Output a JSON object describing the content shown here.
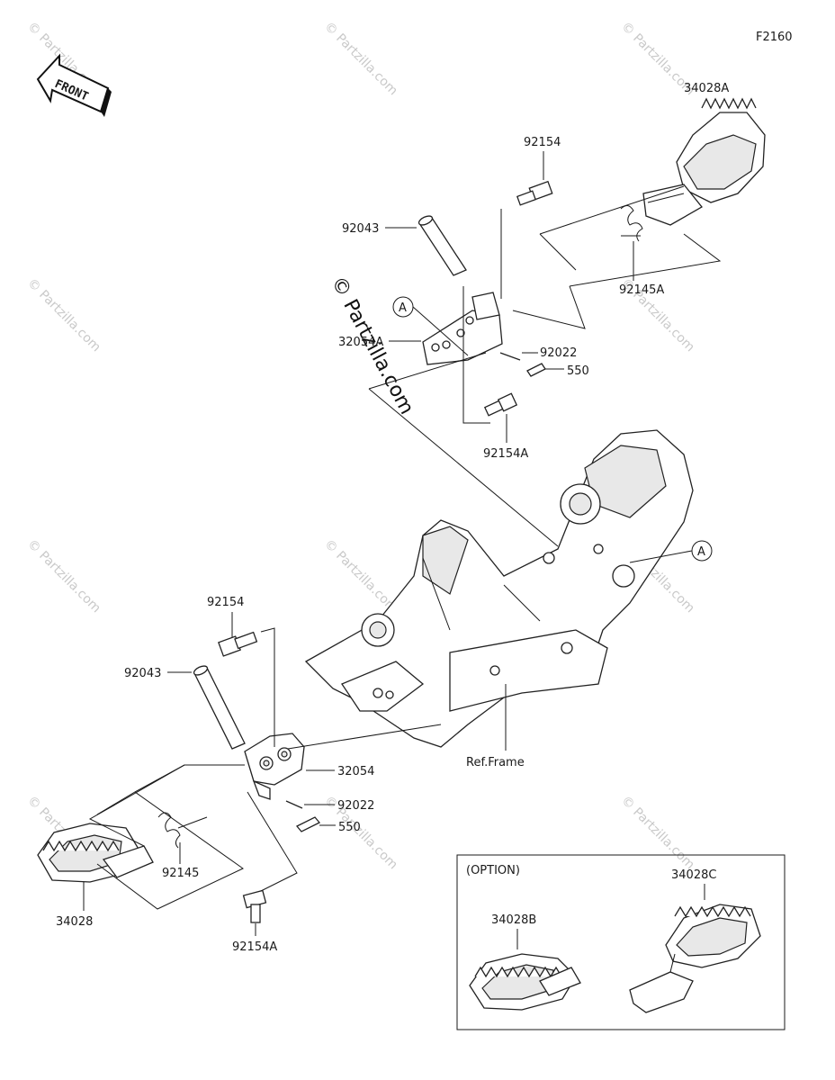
{
  "diagram_code": "F2160",
  "front_label": "FRONT",
  "watermark": "© Partzilla.com",
  "callouts": {
    "ref_a": "A"
  },
  "option_box": {
    "title": "(OPTION)",
    "labels": {
      "p34028B": "34028B",
      "p34028C": "34028C"
    }
  },
  "parts": {
    "p34028A": "34028A",
    "p92154_top": "92154",
    "p92043_top": "92043",
    "p92145A": "92145A",
    "p32054A": "32054A",
    "p92022_top": "92022",
    "p550_top": "550",
    "p92154A_top": "92154A",
    "p92154_bottom": "92154",
    "p92043_bottom": "92043",
    "p32054": "32054",
    "p92022_bottom": "92022",
    "p550_bottom": "550",
    "p92145": "92145",
    "p34028": "34028",
    "p92154A_bottom": "92154A",
    "ref_frame": "Ref.Frame"
  }
}
